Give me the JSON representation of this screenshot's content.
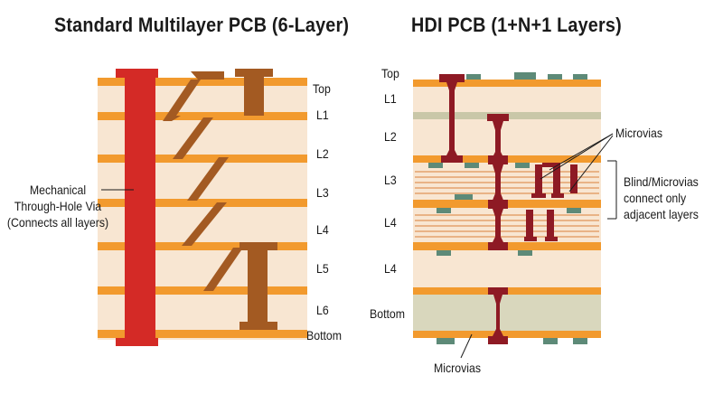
{
  "standard": {
    "title": "Standard Multilayer PCB (6-Layer)",
    "layer_labels": [
      "Top",
      "L1",
      "L2",
      "L3",
      "L4",
      "L5",
      "L6",
      "Bottom"
    ],
    "via_annotation": [
      "Mechanical",
      "Through-Hole Via",
      "(Connects all layers)"
    ]
  },
  "hdi": {
    "title": "HDI PCB  (1+N+1 Layers)",
    "layer_labels": [
      "Top",
      "L1",
      "L2",
      "L3",
      "L4",
      "L4",
      "Bottom"
    ],
    "microvias_top": "Microvias",
    "blind_annotation": [
      "Blind/Microvias",
      "connect only",
      "adjacent layers"
    ],
    "microvias_bottom": "Microvias"
  },
  "colors": {
    "copper": "#f29a2e",
    "dielectric": "#f8e6d2",
    "through_via": "#d42a26",
    "trace": "#a35a22",
    "microvia": "#8e1a24",
    "pad": "#5d8a78",
    "core": "#d9d7bd"
  }
}
